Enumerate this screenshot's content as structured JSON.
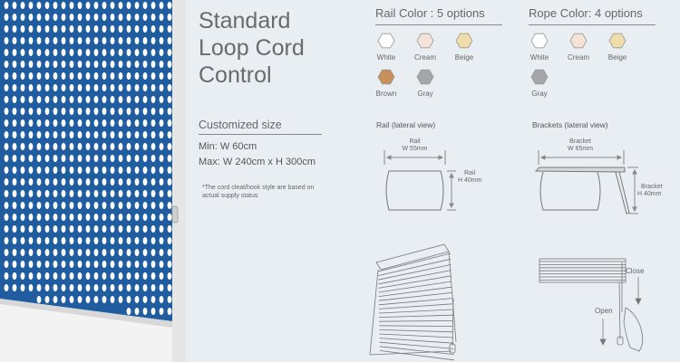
{
  "title": {
    "line1": "Standard",
    "line2": "Loop Cord",
    "line3": "Control"
  },
  "custom_size": {
    "heading": "Customized size",
    "min": "Min: W 60cm",
    "max": "Max: W 240cm x H 300cm",
    "note": "*The cord cleat/hook style are based on actual supply status"
  },
  "rail_color": {
    "heading": "Rail Color : 5 options",
    "options": [
      {
        "label": "White",
        "color": "#ffffff"
      },
      {
        "label": "Cream",
        "color": "#f6e3d8"
      },
      {
        "label": "Beige",
        "color": "#f0dcaa"
      },
      {
        "label": "Brown",
        "color": "#c8905c"
      },
      {
        "label": "Gray",
        "color": "#a4a6a8"
      }
    ]
  },
  "rope_color": {
    "heading": "Rope Color: 4 options",
    "options": [
      {
        "label": "White",
        "color": "#ffffff"
      },
      {
        "label": "Cream",
        "color": "#f6e3d8"
      },
      {
        "label": "Beige",
        "color": "#f0dcaa"
      },
      {
        "label": "Gray",
        "color": "#a4a6a8"
      }
    ]
  },
  "rail_view": {
    "heading": "Rail (lateral view)",
    "width_name": "Rail",
    "width_value": "W 55mm",
    "height_name": "Rail",
    "height_value": "H 40mm"
  },
  "bracket_view": {
    "heading": "Brackets (lateral view)",
    "width_name": "Bracket",
    "width_value": "W 65mm",
    "height_name": "Bracket",
    "height_value": "H 40mm"
  },
  "operation": {
    "close_label": "Close",
    "open_label": "Open"
  },
  "colors": {
    "blind_blue": "#1f5da0",
    "panel_bg": "#e9eef2",
    "line_gray": "#888888"
  }
}
